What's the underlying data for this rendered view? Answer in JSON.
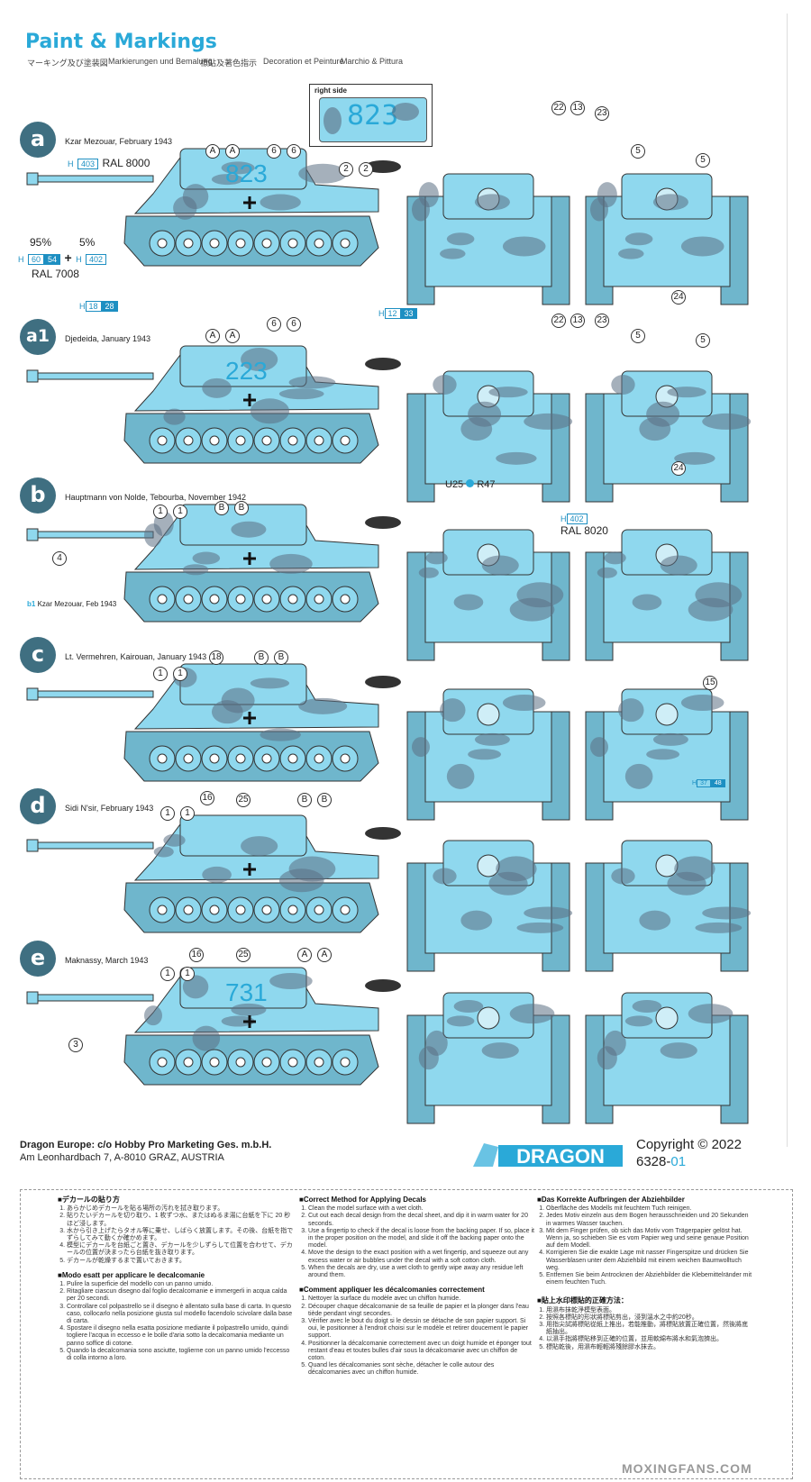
{
  "header": {
    "title": "Paint & Markings",
    "subtitles": [
      "マーキング及び塗装図",
      "Markierungen und Bemalung",
      "標貼及著色指示",
      "Decoration et Peinture",
      "Marchio & Pittura"
    ]
  },
  "colors": {
    "accent": "#2aa9d8",
    "camo_base": "#8fd8ee",
    "camo_spot": "#5b6f84",
    "disc": "#3f6f81"
  },
  "schemes": [
    {
      "letter": "a",
      "caption": "Kzar Mezouar, February 1943",
      "turret_number": "823",
      "callouts": [
        "A",
        "A",
        "6",
        "6",
        "2",
        "2",
        "22",
        "13",
        "23",
        "5",
        "5",
        "24"
      ]
    },
    {
      "letter": "a1",
      "caption": "Djedeida, January 1943",
      "turret_number": "223",
      "callouts": [
        "A",
        "A",
        "6",
        "6",
        "22",
        "13",
        "23",
        "5",
        "5",
        "24"
      ]
    },
    {
      "letter": "b",
      "caption": "Hauptmann von Nolde, Tebourba, November 1942",
      "turret_number": "",
      "callouts": [
        "1",
        "1",
        "B",
        "B",
        "4"
      ],
      "note": "Kzar Mezouar, Feb 1943",
      "note_tag": "b1"
    },
    {
      "letter": "c",
      "caption": "Lt. Vermehren, Kairouan, January 1943",
      "turret_number": "",
      "callouts": [
        "1",
        "1",
        "18",
        "B",
        "B",
        "15"
      ]
    },
    {
      "letter": "d",
      "caption": "Sidi N'sir, February 1943",
      "turret_number": "",
      "callouts": [
        "1",
        "1",
        "16",
        "25",
        "B",
        "B"
      ]
    },
    {
      "letter": "e",
      "caption": "Maknassy, March 1943",
      "turret_number": "731",
      "callouts": [
        "1",
        "1",
        "16",
        "25",
        "A",
        "A",
        "3"
      ]
    }
  ],
  "paint": {
    "right_side_label": "right side",
    "right_side_number": "823",
    "h403": "403",
    "ral8000": "RAL 8000",
    "pct95": "95%",
    "pct5": "5%",
    "h60": "60",
    "h54": "54",
    "plus": "+",
    "h402": "402",
    "ral7008": "RAL 7008",
    "h18": "18",
    "h28": "28",
    "h12": "12",
    "h33": "33",
    "u25": "U25",
    "r47": "R47",
    "h402b": "402",
    "ral8020": "RAL 8020",
    "h37": "37",
    "h48": "48",
    "h_prefix": "H"
  },
  "footer": {
    "line1": "Dragon Europe: c/o Hobby Pro Marketing Ges. m.b.H.",
    "line2": "Am Leonhardbach 7, A-8010 GRAZ, AUSTRIA",
    "logo": "DRAGON",
    "copyright": "Copyright © 2022",
    "code": "6328-",
    "code_suffix": "01"
  },
  "instructions": {
    "jp_title": "■デカールの貼り方",
    "jp": [
      "あらかじめデカールを貼る場所の汚れを拭き取ります。",
      "貼りたいデカールを切り取り、1 枚ずつ水、またはぬるま湯に台紙を下に 20 秒ほど浸します。",
      "水から引き上げたらタオル等に乗せ、しばらく放置します。その後、台紙を指でずらしてみて動くか確かめます。",
      "模型にデカールを台紙ごと置き、デカールを少しずらして位置を合わせて、デカールの位置が決まったら台紙を抜き取ります。",
      "デカールが乾燥するまで置いておきます。"
    ],
    "en_title": "■Correct Method for Applying Decals",
    "en": [
      "Clean the model surface with a wet cloth.",
      "Cut out each decal design from the decal sheet, and dip it in warm water for 20 seconds.",
      "Use a fingertip to check if the decal is loose from the backing paper. If so, place it in the proper position on the model, and slide it off the backing paper onto the model.",
      "Move the design to the exact position with a wet fingertip, and squeeze out any excess water or air bubbles under the decal with a soft cotton cloth.",
      "When the decals are dry, use a wet cloth to gently wipe away any residue left around them."
    ],
    "de_title": "■Das Korrekte Aufbringen der Abziehbilder",
    "de": [
      "Oberfläche des Modells mit feuchtem Tuch reinigen.",
      "Jedes Motiv einzeln aus dem Bogen herausschneiden und 20 Sekunden in warmes Wasser tauchen.",
      "Mit dem Finger prüfen, ob sich das Motiv vom Trägerpapier gelöst hat. Wenn ja, so schieben Sie es vom Papier weg und seine genaue Position auf dem Modell.",
      "Korrigieren Sie die exakte Lage mit nasser Fingerspitze und drücken Sie Wasserblasen unter dem Abziehbild mit einem weichen Baumwolltuch weg.",
      "Entfernen Sie beim Antrocknen der Abziehbilder die Klebemittelränder mit einem feuchten Tuch."
    ],
    "it_title": "■Modo esatt per applicare le decalcomanie",
    "it": [
      "Pulire la superficie del modello con un panno umido.",
      "Ritagliare ciascun disegno dal foglio decalcomanie e immergerli in acqua calda per 20 secondi.",
      "Controllare col polpastrello se il disegno è allentato sulla base di carta. In questo caso, collocarlo nella posizione giusta sul modello facendolo scivolare dalla base di carta.",
      "Spostare il disegno nella esatta posizione mediante il polpastrello umido, quindi togliere l'acqua in eccesso e le bolle d'aria sotto la decalcomania mediante un panno soffice di cotone.",
      "Quando la decalcomania sono asciutte, toglierne con un panno umido l'eccesso di colla intorno a loro."
    ],
    "fr_title": "■Comment appliquer les décalcomanies correctement",
    "fr": [
      "Nettoyer la surface du modèle avec un chiffon humide.",
      "Découper chaque décalcomanie de sa feuille de papier et la plonger dans l'eau tiède pendant vingt secondes.",
      "Vérifier avec le bout du doigt si le dessin se détache de son papier support. Si oui, le positionner à l'endroit choisi sur le modèle et retirer doucement le papier support.",
      "Positionner la décalcomanie correctement avec un doigt humide et éponger tout restant d'eau et toutes bulles d'air sous la décalcomanie avec un chiffon de coton.",
      "Quand les décalcomanies sont sèche, détacher le colle autour des décalcomanies avec un chiffon humide."
    ],
    "zh_title": "■貼上水印標貼的正確方法：",
    "zh": [
      "用濕布抹乾淨模型表面。",
      "按照各標貼的形狀將標貼剪出，浸到溫水之中約20秒。",
      "用指尖試將標貼從紙上推出，若能推動，將標貼放置正確位置，然後將底紙抽出。",
      "以濕手指將標貼移到正確的位置，並用軟綿布將水和氣泡擠出。",
      "標貼乾後，用濕布輕輕將殘餘膠水抹去。"
    ],
    "watermark": "MOXINGFANS.COM"
  }
}
